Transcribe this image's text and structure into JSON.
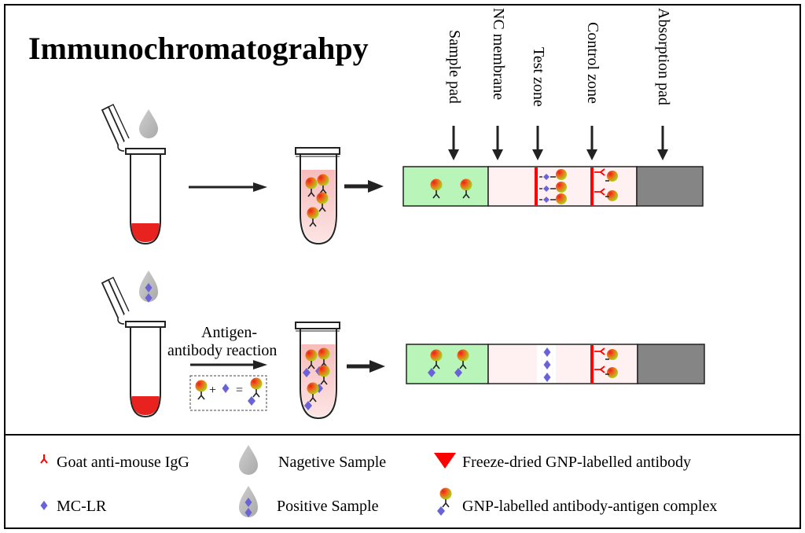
{
  "title": "Immunochromatograhpy",
  "strip_labels": [
    "Sample pad",
    "NC membrane",
    "Test zone",
    "Control zone",
    "Absorption pad"
  ],
  "reaction": {
    "line1": "Antigen-",
    "line2": "antibody reaction",
    "plus": "+",
    "equals": "="
  },
  "legend": {
    "goat_igg": "Goat anti-mouse IgG",
    "negative": "Nagetive Sample",
    "freeze_dried": "Freeze-dried GNP-labelled antibody",
    "mclr": "MC-LR",
    "positive": "Positive Sample",
    "complex": "GNP-labelled antibody-antigen complex"
  },
  "colors": {
    "gnp_red": "#e8221e",
    "gnp_yellow": "#a6d61c",
    "antibody_red": "#ff0000",
    "sample_pad": "#b9f5b9",
    "nc_membrane": "#fff1f1",
    "absorption_pad": "#858585",
    "mclr_diamond": "#6a63d8",
    "drop_gray": "#bdbdbd",
    "tube_pink": "#f7c6c6"
  }
}
